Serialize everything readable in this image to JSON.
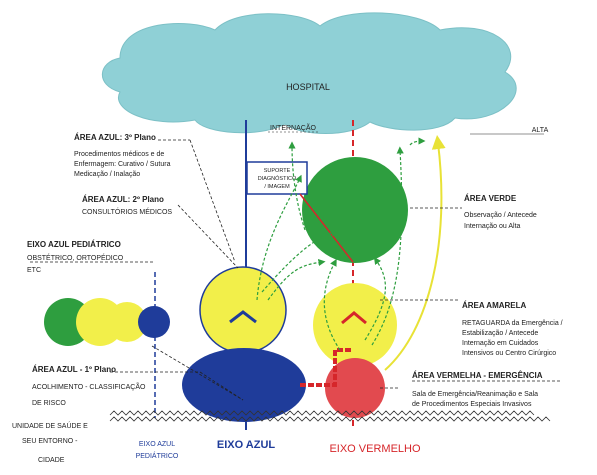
{
  "hospital": {
    "label": "HOSPITAL"
  },
  "internacao": {
    "label": "INTERNAÇÃO"
  },
  "alta": {
    "label": "ALTA"
  },
  "suporte": {
    "line1": "SUPORTE",
    "line2": "DIAGNÓSTICO",
    "line3": "/ IMAGEM"
  },
  "area_azul_3": {
    "title": "ÁREA AZUL: 3º Plano",
    "line1": "Procedimentos médicos e de",
    "line2": "Enfermagem: Curativo / Sutura",
    "line3": "Medicação / Inalação"
  },
  "area_azul_2": {
    "title": "ÁREA AZUL: 2º Plano",
    "line1": "CONSULTÓRIOS MÉDICOS"
  },
  "eixo_azul_pediatrico_top": {
    "title": "EIXO AZUL PEDIÁTRICO",
    "line1": "OBSTÉTRICO, ORTOPÉDICO",
    "line2": "ETC"
  },
  "area_azul_1": {
    "title": "ÁREA AZUL - 1º Plano",
    "line1": "ACOLHIMENTO - CLASSIFICAÇÃO",
    "line2": "DE RISCO"
  },
  "unidade": {
    "line1": "UNIDADE DE SAÚDE E",
    "line2": "SEU ENTORNO -",
    "line3": "CIDADE"
  },
  "eixo_azul_pediatrico_bottom": {
    "line1": "EIXO AZUL",
    "line2": "PEDIÁTRICO"
  },
  "eixo_azul": {
    "label": "EIXO AZUL"
  },
  "eixo_vermelho": {
    "label": "EIXO VERMELHO"
  },
  "area_verde": {
    "title": "ÁREA VERDE",
    "line1": "Observação / Antecede",
    "line2": "Internação ou Alta"
  },
  "area_amarela": {
    "title": "ÁREA AMARELA",
    "line1": "RETAGUARDA da Emergência /",
    "line2": "Estabilização / Antecede",
    "line3": "Internação em Cuidados",
    "line4": "Intensivos ou Centro Cirúrgico"
  },
  "area_vermelha": {
    "title": "ÁREA VERMELHA - EMERGÊNCIA",
    "line1": "Sala de Emergência/Reanimação e Sala",
    "line2": "de Procedimentos Especiais Invasivos"
  },
  "colors": {
    "cloud": "#8fd0d6",
    "blue": "#1f3c9a",
    "green": "#2e9e3f",
    "yellow": "#f2ef4a",
    "red": "#e24a4f",
    "axis_red": "#d6262a"
  }
}
